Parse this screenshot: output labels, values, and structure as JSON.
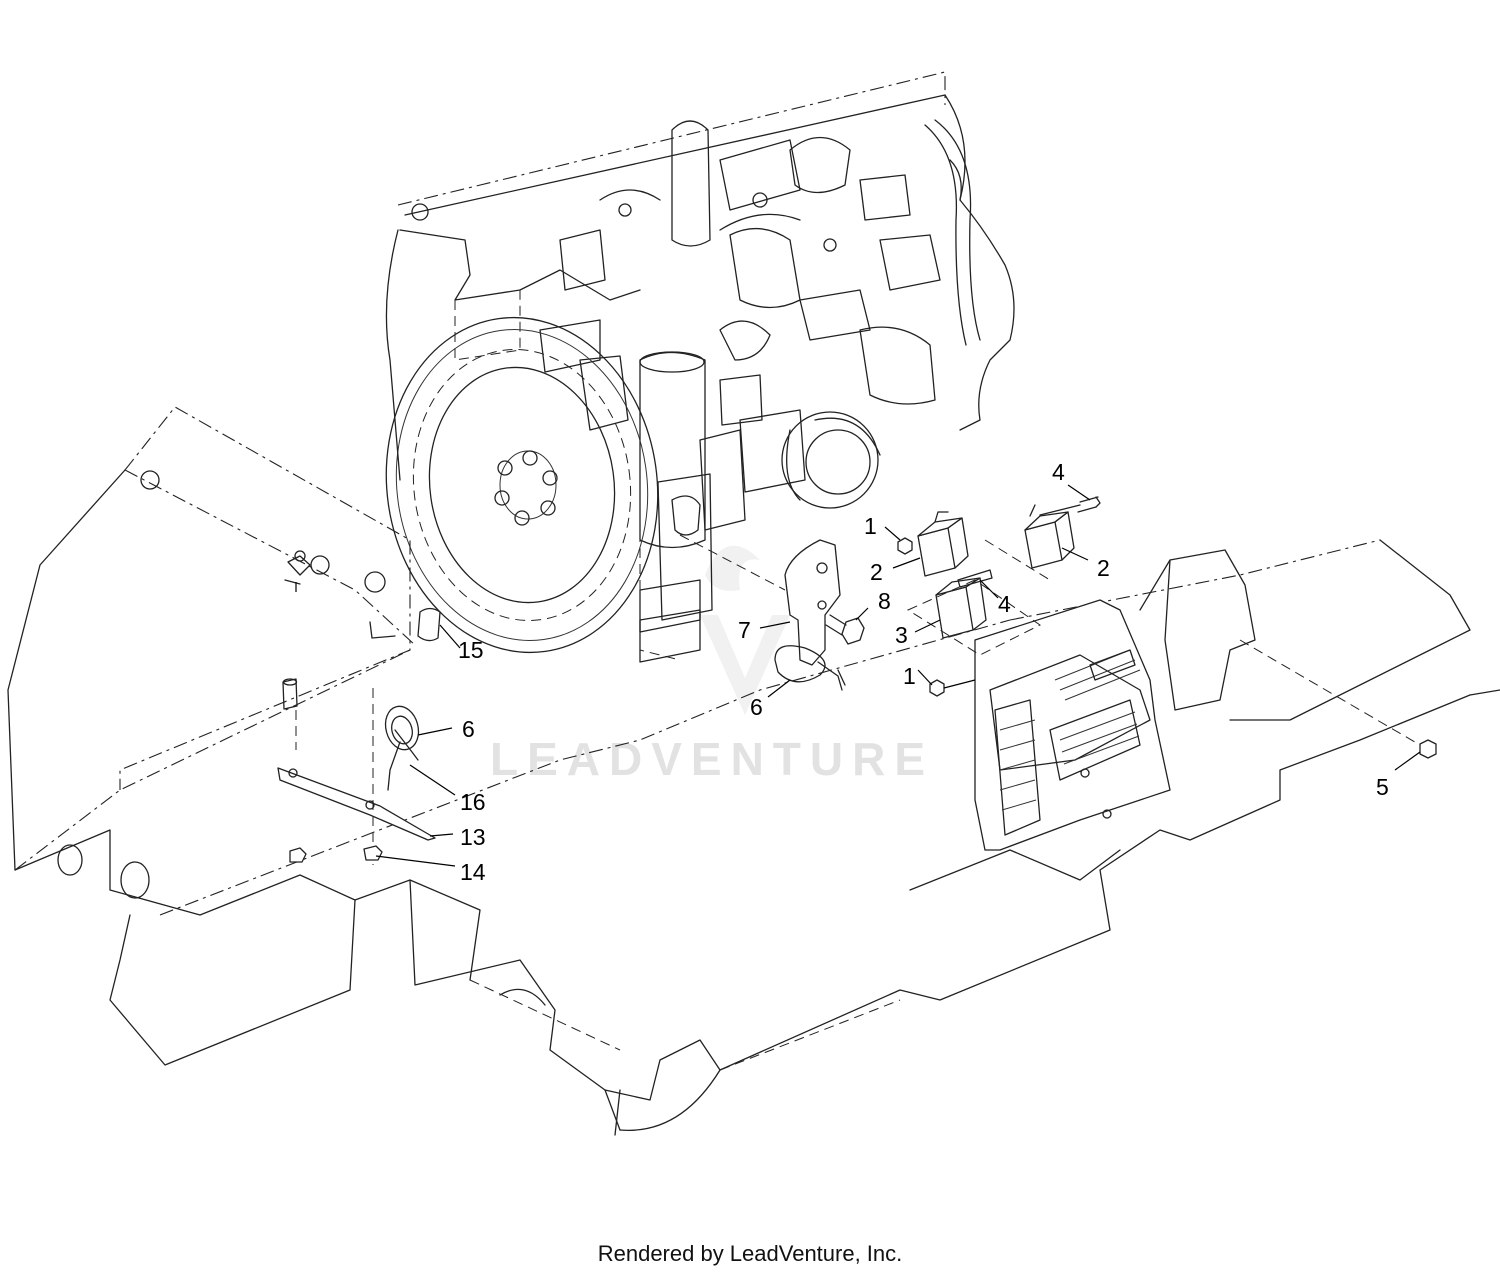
{
  "diagram": {
    "watermark": "LEADVENTURE",
    "callouts": [
      {
        "id": "c1a",
        "label": "1"
      },
      {
        "id": "c1b",
        "label": "1"
      },
      {
        "id": "c2a",
        "label": "2"
      },
      {
        "id": "c2b",
        "label": "2"
      },
      {
        "id": "c3",
        "label": "3"
      },
      {
        "id": "c4a",
        "label": "4"
      },
      {
        "id": "c4b",
        "label": "4"
      },
      {
        "id": "c5",
        "label": "5"
      },
      {
        "id": "c6a",
        "label": "6"
      },
      {
        "id": "c6b",
        "label": "6"
      },
      {
        "id": "c7",
        "label": "7"
      },
      {
        "id": "c8",
        "label": "8"
      },
      {
        "id": "c13",
        "label": "13"
      },
      {
        "id": "c14",
        "label": "14"
      },
      {
        "id": "c15",
        "label": "15"
      },
      {
        "id": "c16",
        "label": "16"
      }
    ]
  },
  "footer": {
    "text": "Rendered by LeadVenture, Inc."
  }
}
